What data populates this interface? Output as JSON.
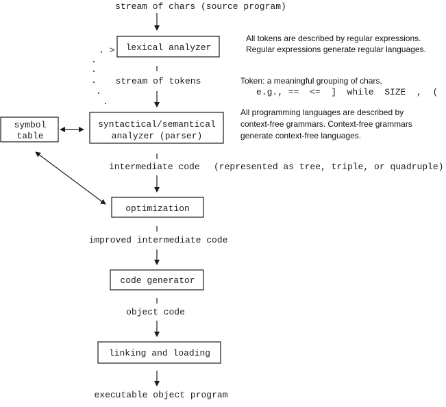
{
  "labels": {
    "source": "stream of chars (source program)",
    "tokens": "stream of tokens",
    "intermediate": "intermediate code",
    "intermediate_note": "(represented as tree, triple, or quadruple)",
    "improved": "improved intermediate code",
    "object": "object code",
    "executable": "executable object program",
    "dots_prefix": ". >"
  },
  "boxes": {
    "lexical": "lexical analyzer",
    "parser_line1": "syntactical/semantical",
    "parser_line2": "analyzer (parser)",
    "symbol_line1": "symbol",
    "symbol_line2": "table",
    "optimization": "optimization",
    "codegen": "code generator",
    "linking": "linking and loading"
  },
  "notes": {
    "regex_line1": "All tokens are described by regular expressions.",
    "regex_line2": "Regular expressions generate regular languages.",
    "token_line1": "Token: a meaningful grouping of chars,",
    "token_line2": "e.g., ==  <=  ]  while  SIZE  ,  (",
    "cfg_line1": "All programming languages are described by",
    "cfg_line2": "context-free grammars. Context-free grammars",
    "cfg_line3": "generate context-free languages."
  }
}
